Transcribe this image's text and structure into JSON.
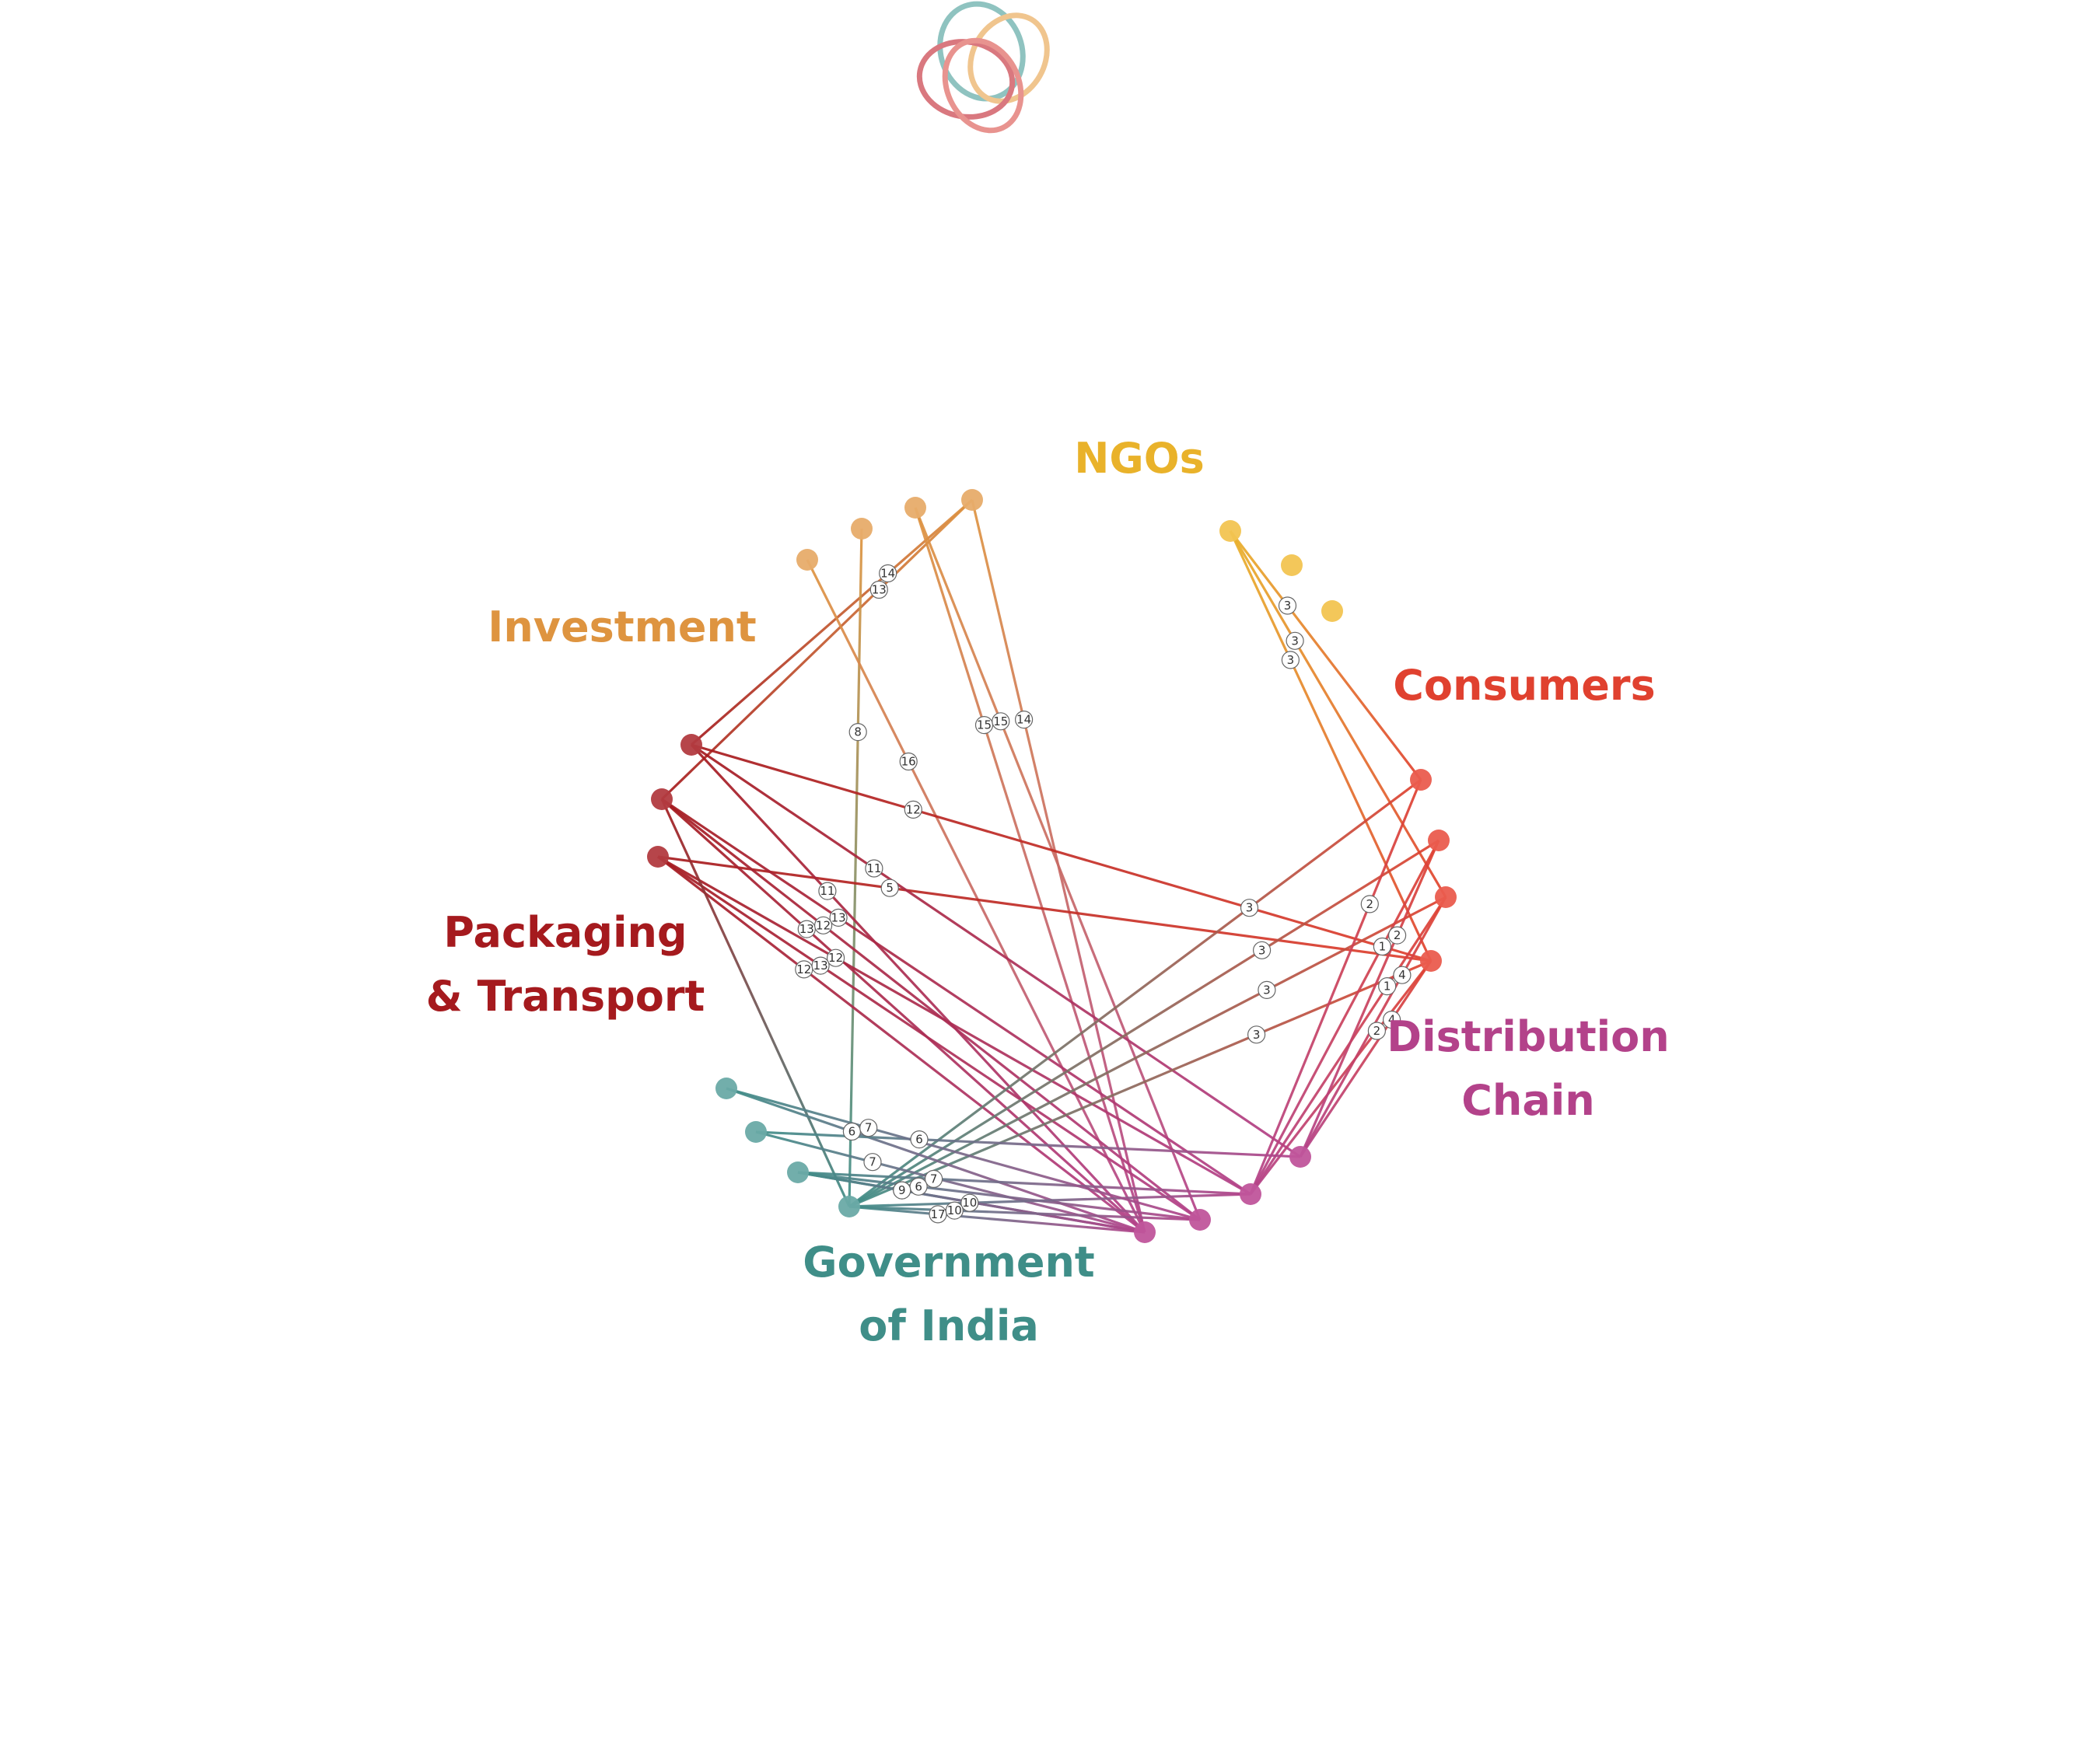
{
  "logo": {
    "rings": [
      "#8fc3c0",
      "#f0c58e",
      "#d9787f",
      "#e8938f"
    ]
  },
  "groups": [
    {
      "id": "ngos",
      "name": "NGOs",
      "lines": [
        "NGOs"
      ],
      "color": "#e9b22a",
      "node_color": "#f2c451"
    },
    {
      "id": "investment",
      "name": "Investment",
      "lines": [
        "Investment"
      ],
      "color": "#de9440",
      "node_color": "#e7ac6a"
    },
    {
      "id": "consumers",
      "name": "Consumers",
      "lines": [
        "Consumers"
      ],
      "color": "#e0412f",
      "node_color": "#ea5c4e"
    },
    {
      "id": "packaging",
      "name": "Packaging & Transport",
      "lines": [
        "Packaging",
        "& Transport"
      ],
      "color": "#a51a1e",
      "node_color": "#b23b40"
    },
    {
      "id": "distribution",
      "name": "Distribution Chain",
      "lines": [
        "Distribution",
        "Chain"
      ],
      "color": "#b3428a",
      "node_color": "#c0559b"
    },
    {
      "id": "government",
      "name": "Government of India",
      "lines": [
        "Government",
        "of India"
      ],
      "color": "#3f8e88",
      "node_color": "#6aaaa6"
    }
  ],
  "nodes": {
    "ngo": 3,
    "investment": 4,
    "consumers": 4,
    "packaging": 3,
    "distribution": 4,
    "government": 4
  },
  "edges": [
    {
      "from": "investment.3",
      "to": "packaging.0",
      "label": "14"
    },
    {
      "from": "investment.3",
      "to": "packaging.1",
      "label": "13"
    },
    {
      "from": "investment.1",
      "to": "government.3",
      "label": "8"
    },
    {
      "from": "investment.0",
      "to": "distribution.0",
      "label": "16"
    },
    {
      "from": "investment.2",
      "to": "distribution.0",
      "label": "15"
    },
    {
      "from": "investment.3",
      "to": "distribution.0",
      "label": "14"
    },
    {
      "from": "investment.2",
      "to": "distribution.1",
      "label": "15"
    },
    {
      "from": "ngo.0",
      "to": "consumers.0",
      "label": "3"
    },
    {
      "from": "ngo.0",
      "to": "consumers.3",
      "label": "3"
    },
    {
      "from": "ngo.0",
      "to": "consumers.2",
      "label": "3"
    },
    {
      "from": "packaging.0",
      "to": "consumers.3",
      "label": "12"
    },
    {
      "from": "packaging.2",
      "to": "consumers.3",
      "label": "5"
    },
    {
      "from": "packaging.0",
      "to": "distribution.3",
      "label": "11"
    },
    {
      "from": "packaging.0",
      "to": "distribution.0",
      "label": "11"
    },
    {
      "from": "packaging.1",
      "to": "distribution.0",
      "label": "13"
    },
    {
      "from": "packaging.1",
      "to": "distribution.2",
      "label": "13"
    },
    {
      "from": "packaging.1",
      "to": "distribution.1",
      "label": "12"
    },
    {
      "from": "packaging.2",
      "to": "distribution.0",
      "label": "12"
    },
    {
      "from": "packaging.2",
      "to": "distribution.2",
      "label": "12"
    },
    {
      "from": "packaging.2",
      "to": "distribution.1",
      "label": "13"
    },
    {
      "from": "packaging.1",
      "to": "government.3",
      "label": ""
    },
    {
      "from": "consumers.0",
      "to": "government.3",
      "label": "3"
    },
    {
      "from": "consumers.1",
      "to": "government.3",
      "label": "3"
    },
    {
      "from": "consumers.2",
      "to": "government.3",
      "label": "3"
    },
    {
      "from": "consumers.3",
      "to": "government.3",
      "label": "3"
    },
    {
      "from": "consumers.0",
      "to": "distribution.2",
      "label": "2"
    },
    {
      "from": "consumers.1",
      "to": "distribution.2",
      "label": "1"
    },
    {
      "from": "consumers.2",
      "to": "distribution.2",
      "label": "1"
    },
    {
      "from": "consumers.3",
      "to": "distribution.2",
      "label": "2"
    },
    {
      "from": "consumers.1",
      "to": "distribution.3",
      "label": "2"
    },
    {
      "from": "consumers.2",
      "to": "distribution.3",
      "label": "4"
    },
    {
      "from": "consumers.3",
      "to": "distribution.3",
      "label": "4"
    },
    {
      "from": "government.0",
      "to": "distribution.0",
      "label": "6"
    },
    {
      "from": "government.1",
      "to": "distribution.3",
      "label": "6"
    },
    {
      "from": "government.1",
      "to": "distribution.0",
      "label": "7"
    },
    {
      "from": "government.2",
      "to": "distribution.2",
      "label": "7"
    },
    {
      "from": "government.2",
      "to": "distribution.0",
      "label": "6"
    },
    {
      "from": "government.2",
      "to": "distribution.1",
      "label": "6"
    },
    {
      "from": "government.3",
      "to": "distribution.0",
      "label": "17"
    },
    {
      "from": "government.3",
      "to": "distribution.2",
      "label": "10"
    },
    {
      "from": "government.2",
      "to": "distribution.0",
      "label": "9"
    },
    {
      "from": "government.3",
      "to": "distribution.1",
      "label": "10"
    },
    {
      "from": "government.0",
      "to": "distribution.1",
      "label": "7"
    }
  ]
}
